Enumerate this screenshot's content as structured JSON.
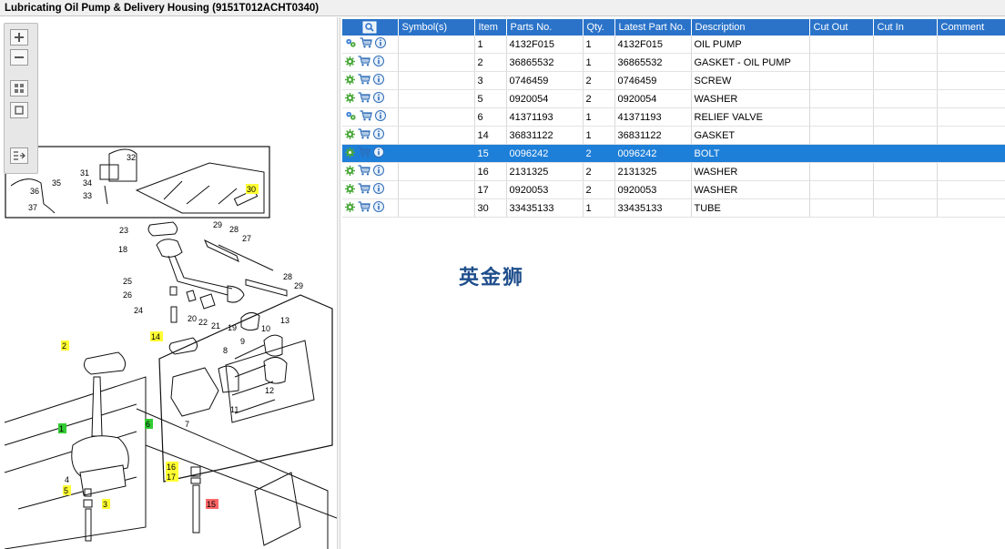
{
  "window": {
    "title": "Lubricating Oil Pump & Delivery Housing (9151T012ACHT0340)"
  },
  "watermark": "英金狮",
  "colors": {
    "header_bg": "#2a73c9",
    "selected_row": "#1e7fd8",
    "highlight_yellow": "#ffff33",
    "highlight_green": "#33cc33",
    "highlight_red": "#ff6666"
  },
  "zoom_toolbar": {
    "buttons": [
      "zoom-in-icon",
      "zoom-out-icon",
      "fit-all-icon",
      "actual-size-icon",
      "export-icon"
    ]
  },
  "table": {
    "headers": [
      "",
      "Symbol(s)",
      "Item",
      "Parts No.",
      "Qty.",
      "Latest Part No.",
      "Description",
      "Cut Out",
      "Cut In",
      "Comment"
    ],
    "rows": [
      {
        "icons": "gears",
        "symbol": "",
        "item": "1",
        "part": "4132F015",
        "qty": "1",
        "latest": "4132F015",
        "desc": "OIL PUMP",
        "cutout": "",
        "cutin": "",
        "comment": ""
      },
      {
        "icons": "gear",
        "symbol": "",
        "item": "2",
        "part": "36865532",
        "qty": "1",
        "latest": "36865532",
        "desc": "GASKET - OIL PUMP",
        "cutout": "",
        "cutin": "",
        "comment": ""
      },
      {
        "icons": "gear",
        "symbol": "",
        "item": "3",
        "part": "0746459",
        "qty": "2",
        "latest": "0746459",
        "desc": "SCREW",
        "cutout": "",
        "cutin": "",
        "comment": ""
      },
      {
        "icons": "gear",
        "symbol": "",
        "item": "5",
        "part": "0920054",
        "qty": "2",
        "latest": "0920054",
        "desc": "WASHER",
        "cutout": "",
        "cutin": "",
        "comment": ""
      },
      {
        "icons": "gears",
        "symbol": "",
        "item": "6",
        "part": "41371193",
        "qty": "1",
        "latest": "41371193",
        "desc": "RELIEF VALVE",
        "cutout": "",
        "cutin": "",
        "comment": ""
      },
      {
        "icons": "gear",
        "symbol": "",
        "item": "14",
        "part": "36831122",
        "qty": "1",
        "latest": "36831122",
        "desc": "GASKET",
        "cutout": "",
        "cutin": "",
        "comment": ""
      },
      {
        "icons": "gear",
        "symbol": "",
        "item": "15",
        "part": "0096242",
        "qty": "2",
        "latest": "0096242",
        "desc": "BOLT",
        "cutout": "",
        "cutin": "",
        "comment": ""
      },
      {
        "icons": "gear",
        "symbol": "",
        "item": "16",
        "part": "2131325",
        "qty": "2",
        "latest": "2131325",
        "desc": "WASHER",
        "cutout": "",
        "cutin": "",
        "comment": ""
      },
      {
        "icons": "gear",
        "symbol": "",
        "item": "17",
        "part": "0920053",
        "qty": "2",
        "latest": "0920053",
        "desc": "WASHER",
        "cutout": "",
        "cutin": "",
        "comment": ""
      },
      {
        "icons": "gear",
        "symbol": "",
        "item": "30",
        "part": "33435133",
        "qty": "1",
        "latest": "33435133",
        "desc": "TUBE",
        "cutout": "",
        "cutin": "",
        "comment": ""
      }
    ],
    "selected_item": "15"
  },
  "diagram": {
    "callouts": [
      {
        "label": "32"
      },
      {
        "label": "31"
      },
      {
        "label": "34"
      },
      {
        "label": "33"
      },
      {
        "label": "35"
      },
      {
        "label": "36"
      },
      {
        "label": "37"
      },
      {
        "label": "30"
      },
      {
        "label": "23"
      },
      {
        "label": "29"
      },
      {
        "label": "28"
      },
      {
        "label": "27"
      },
      {
        "label": "18"
      },
      {
        "label": "25"
      },
      {
        "label": "26"
      },
      {
        "label": "24"
      },
      {
        "label": "20"
      },
      {
        "label": "22"
      },
      {
        "label": "21"
      },
      {
        "label": "19"
      },
      {
        "label": "28"
      },
      {
        "label": "29"
      },
      {
        "label": "2"
      },
      {
        "label": "14"
      },
      {
        "label": "10"
      },
      {
        "label": "13"
      },
      {
        "label": "9"
      },
      {
        "label": "8"
      },
      {
        "label": "12"
      },
      {
        "label": "11"
      },
      {
        "label": "7"
      },
      {
        "label": "6"
      },
      {
        "label": "1"
      },
      {
        "label": "4"
      },
      {
        "label": "5"
      },
      {
        "label": "3"
      },
      {
        "label": "16"
      },
      {
        "label": "17"
      },
      {
        "label": "15"
      }
    ]
  }
}
